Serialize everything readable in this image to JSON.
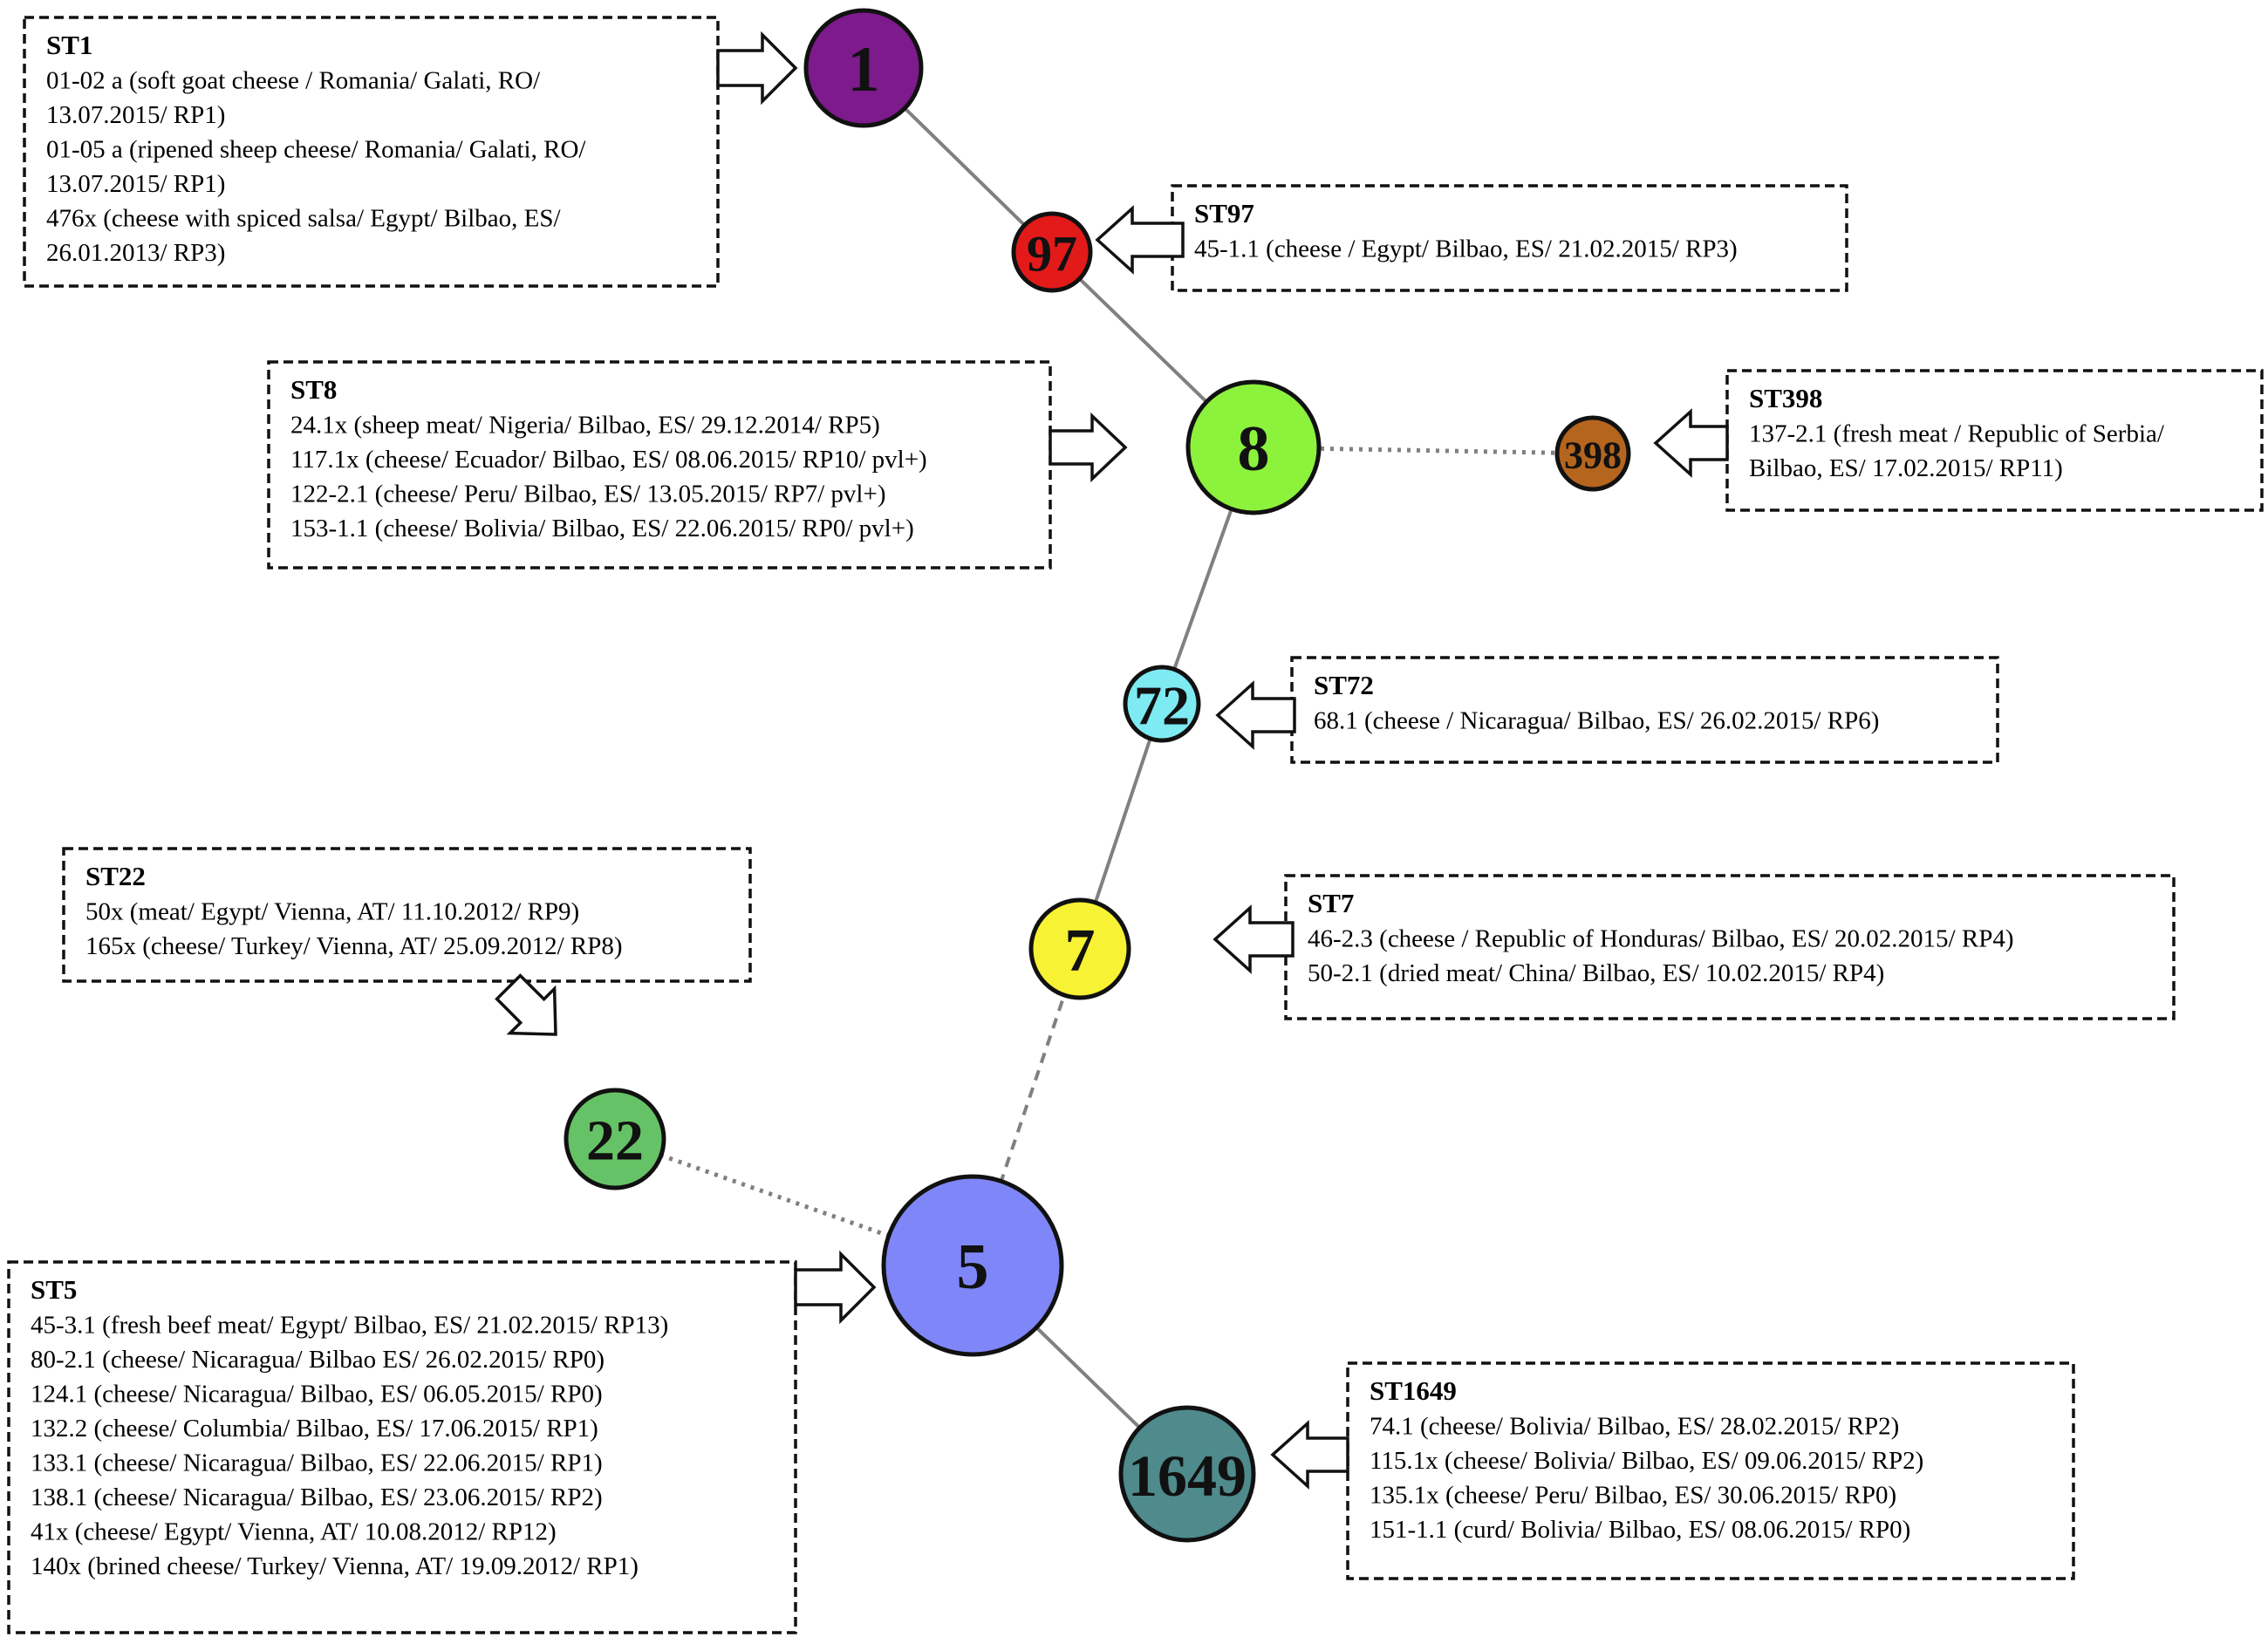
{
  "nodes": [
    {
      "id": "1",
      "label": "1",
      "color": "#7d1a8c"
    },
    {
      "id": "97",
      "label": "97",
      "color": "#e31a1a"
    },
    {
      "id": "8",
      "label": "8",
      "color": "#8cf23c"
    },
    {
      "id": "398",
      "label": "398",
      "color": "#b5651d"
    },
    {
      "id": "72",
      "label": "72",
      "color": "#7eeaf2"
    },
    {
      "id": "7",
      "label": "7",
      "color": "#f7f233"
    },
    {
      "id": "22",
      "label": "22",
      "color": "#66c266"
    },
    {
      "id": "5",
      "label": "5",
      "color": "#7f86f7"
    },
    {
      "id": "1649",
      "label": "1649",
      "color": "#4f8a8c"
    }
  ],
  "edges": [
    {
      "from": "1",
      "to": "97",
      "style": "solid"
    },
    {
      "from": "97",
      "to": "8",
      "style": "solid"
    },
    {
      "from": "8",
      "to": "398",
      "style": "dotted"
    },
    {
      "from": "8",
      "to": "72",
      "style": "solid"
    },
    {
      "from": "72",
      "to": "7",
      "style": "solid"
    },
    {
      "from": "7",
      "to": "5",
      "style": "dashed"
    },
    {
      "from": "22",
      "to": "5",
      "style": "dotted"
    },
    {
      "from": "5",
      "to": "1649",
      "style": "solid"
    }
  ],
  "boxes": [
    {
      "id": "ST1",
      "title": "ST1",
      "lines": [
        "01-02 a (soft goat cheese / Romania/ Galati, RO/",
        "13.07.2015/ RP1)",
        "01-05 a (ripened sheep cheese/ Romania/ Galati, RO/",
        "13.07.2015/ RP1)",
        "476x (cheese with spiced salsa/ Egypt/ Bilbao, ES/",
        "26.01.2013/ RP3)"
      ]
    },
    {
      "id": "ST97",
      "title": "ST97",
      "lines": [
        "45-1.1 (cheese / Egypt/ Bilbao, ES/ 21.02.2015/ RP3)"
      ]
    },
    {
      "id": "ST8",
      "title": "ST8",
      "lines": [
        "24.1x (sheep meat/ Nigeria/ Bilbao, ES/ 29.12.2014/ RP5)",
        "117.1x (cheese/ Ecuador/ Bilbao, ES/ 08.06.2015/ RP10/ pvl+)",
        "122-2.1 (cheese/ Peru/ Bilbao, ES/ 13.05.2015/ RP7/ pvl+)",
        "153-1.1 (cheese/ Bolivia/ Bilbao, ES/ 22.06.2015/ RP0/ pvl+)"
      ]
    },
    {
      "id": "ST398",
      "title": "ST398",
      "lines": [
        "137-2.1 (fresh meat / Republic of Serbia/",
        "Bilbao, ES/ 17.02.2015/ RP11)"
      ]
    },
    {
      "id": "ST72",
      "title": "ST72",
      "lines": [
        "68.1 (cheese / Nicaragua/ Bilbao, ES/ 26.02.2015/ RP6)"
      ]
    },
    {
      "id": "ST22",
      "title": "ST22",
      "lines": [
        "50x (meat/ Egypt/ Vienna, AT/ 11.10.2012/ RP9)",
        "165x (cheese/ Turkey/ Vienna, AT/ 25.09.2012/ RP8)"
      ]
    },
    {
      "id": "ST7",
      "title": "ST7",
      "lines": [
        "46-2.3 (cheese / Republic of Honduras/ Bilbao, ES/ 20.02.2015/ RP4)",
        "50-2.1 (dried meat/ China/ Bilbao, ES/ 10.02.2015/ RP4)"
      ]
    },
    {
      "id": "ST5",
      "title": "ST5",
      "lines": [
        "45-3.1 (fresh beef meat/ Egypt/ Bilbao, ES/ 21.02.2015/ RP13)",
        "80-2.1 (cheese/ Nicaragua/ Bilbao ES/ 26.02.2015/ RP0)",
        "124.1 (cheese/ Nicaragua/ Bilbao, ES/ 06.05.2015/ RP0)",
        "132.2 (cheese/ Columbia/ Bilbao, ES/ 17.06.2015/ RP1)",
        "133.1 (cheese/ Nicaragua/ Bilbao, ES/ 22.06.2015/ RP1)",
        "138.1 (cheese/ Nicaragua/ Bilbao, ES/ 23.06.2015/ RP2)",
        "41x (cheese/ Egypt/ Vienna, AT/ 10.08.2012/ RP12)",
        "140x (brined cheese/ Turkey/ Vienna, AT/ 19.09.2012/ RP1)"
      ]
    },
    {
      "id": "ST1649",
      "title": "ST1649",
      "lines": [
        "74.1 (cheese/ Bolivia/ Bilbao, ES/ 28.02.2015/ RP2)",
        "115.1x (cheese/ Bolivia/ Bilbao, ES/ 09.06.2015/ RP2)",
        "135.1x (cheese/ Peru/ Bilbao, ES/ 30.06.2015/ RP0)",
        "151-1.1 (curd/ Bolivia/ Bilbao, ES/ 08.06.2015/ RP0)"
      ]
    }
  ]
}
